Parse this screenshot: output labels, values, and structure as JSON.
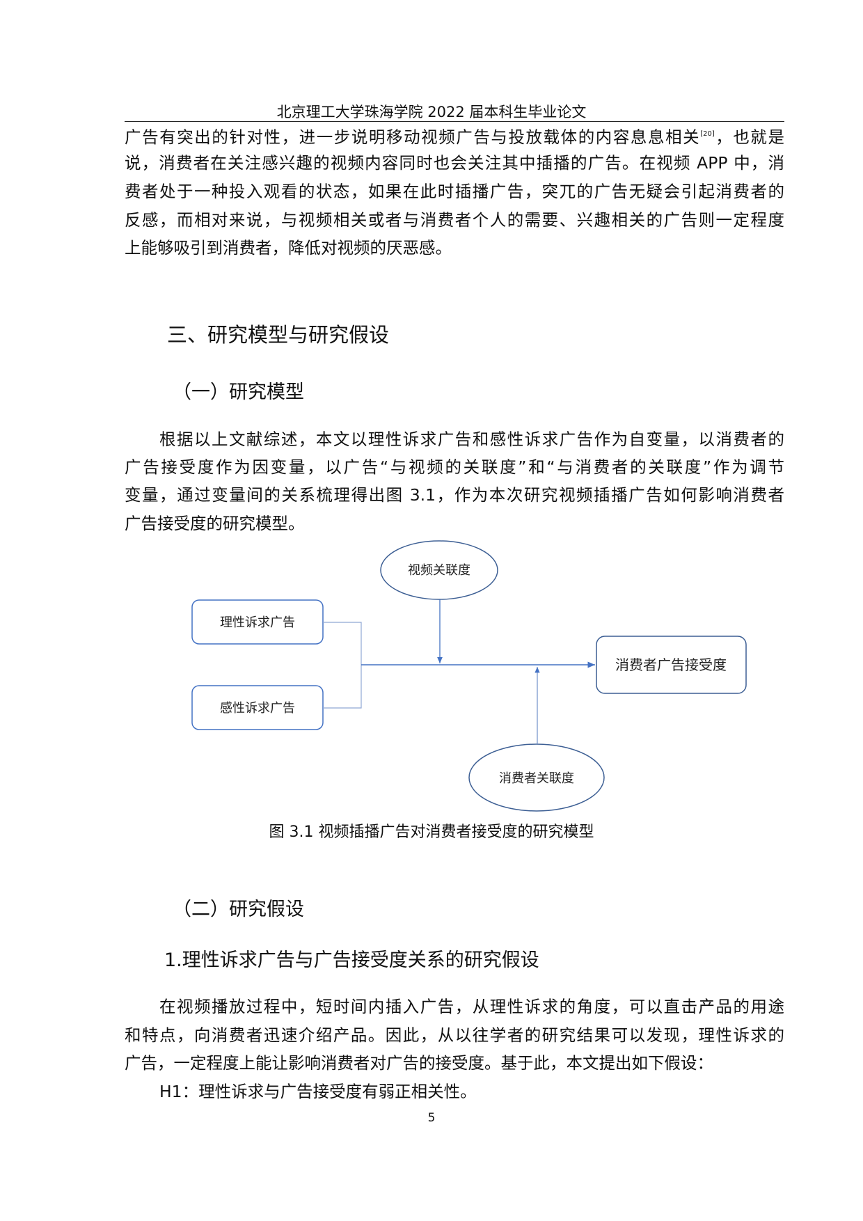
{
  "header": "北京理工大学珠海学院 2022 届本科生毕业论文",
  "intro_lines": [
    "广告有突出的针对性，进一步说明移动视频广告与投放载体的内容息息相关",
    "说，消费者在关注感兴趣的视频内容同时也会关注其中插播的广告。在视频 APP 中，消",
    "费者处于一种投入观看的状态，如果在此时插播广告，突兀的广告无疑会引起消费者的",
    "反感，而相对来说，与视频相关或者与消费者个人的需要、兴趣相关的广告则一定程度",
    "上能够吸引到消费者，降低对视频的厌恶感。"
  ],
  "intro_citation": "[20]",
  "intro_line1_tail": "，也就是",
  "section3_title": "三、研究模型与研究假设",
  "sub1_title": "（一）研究模型",
  "model_lines": [
    "根据以上文献综述，本文以理性诉求广告和感性诉求广告作为自变量，以消费者的",
    "广告接受度作为因变量，以广告“与视频的关联度”和“与消费者的关联度”作为调节",
    "变量，通过变量间的关系梳理得出图 3.1，作为本次研究视频插播广告如何影响消费者",
    "广告接受度的研究模型。"
  ],
  "diagram": {
    "video_relevance": "视频关联度",
    "rational_ad": "理性诉求广告",
    "emotional_ad": "感性诉求广告",
    "acceptance": "消费者广告接受度",
    "consumer_relevance": "消费者关联度",
    "line_color": "#4472c4"
  },
  "figure_caption": "图 3.1 视频插播广告对消费者接受度的研究模型",
  "sub2_title": "（二）研究假设",
  "h_section_title": "1.理性诉求广告与广告接受度关系的研究假设",
  "h_lines": [
    "在视频播放过程中，短时间内插入广告，从理性诉求的角度，可以直击产品的用途",
    "和特点，向消费者迅速介绍产品。因此，从以往学者的研究结果可以发现，理性诉求的",
    "广告，一定程度上能让影响消费者对广告的接受度。基于此，本文提出如下假设：",
    "H1：理性诉求与广告接受度有弱正相关性。"
  ],
  "page_number": "5"
}
